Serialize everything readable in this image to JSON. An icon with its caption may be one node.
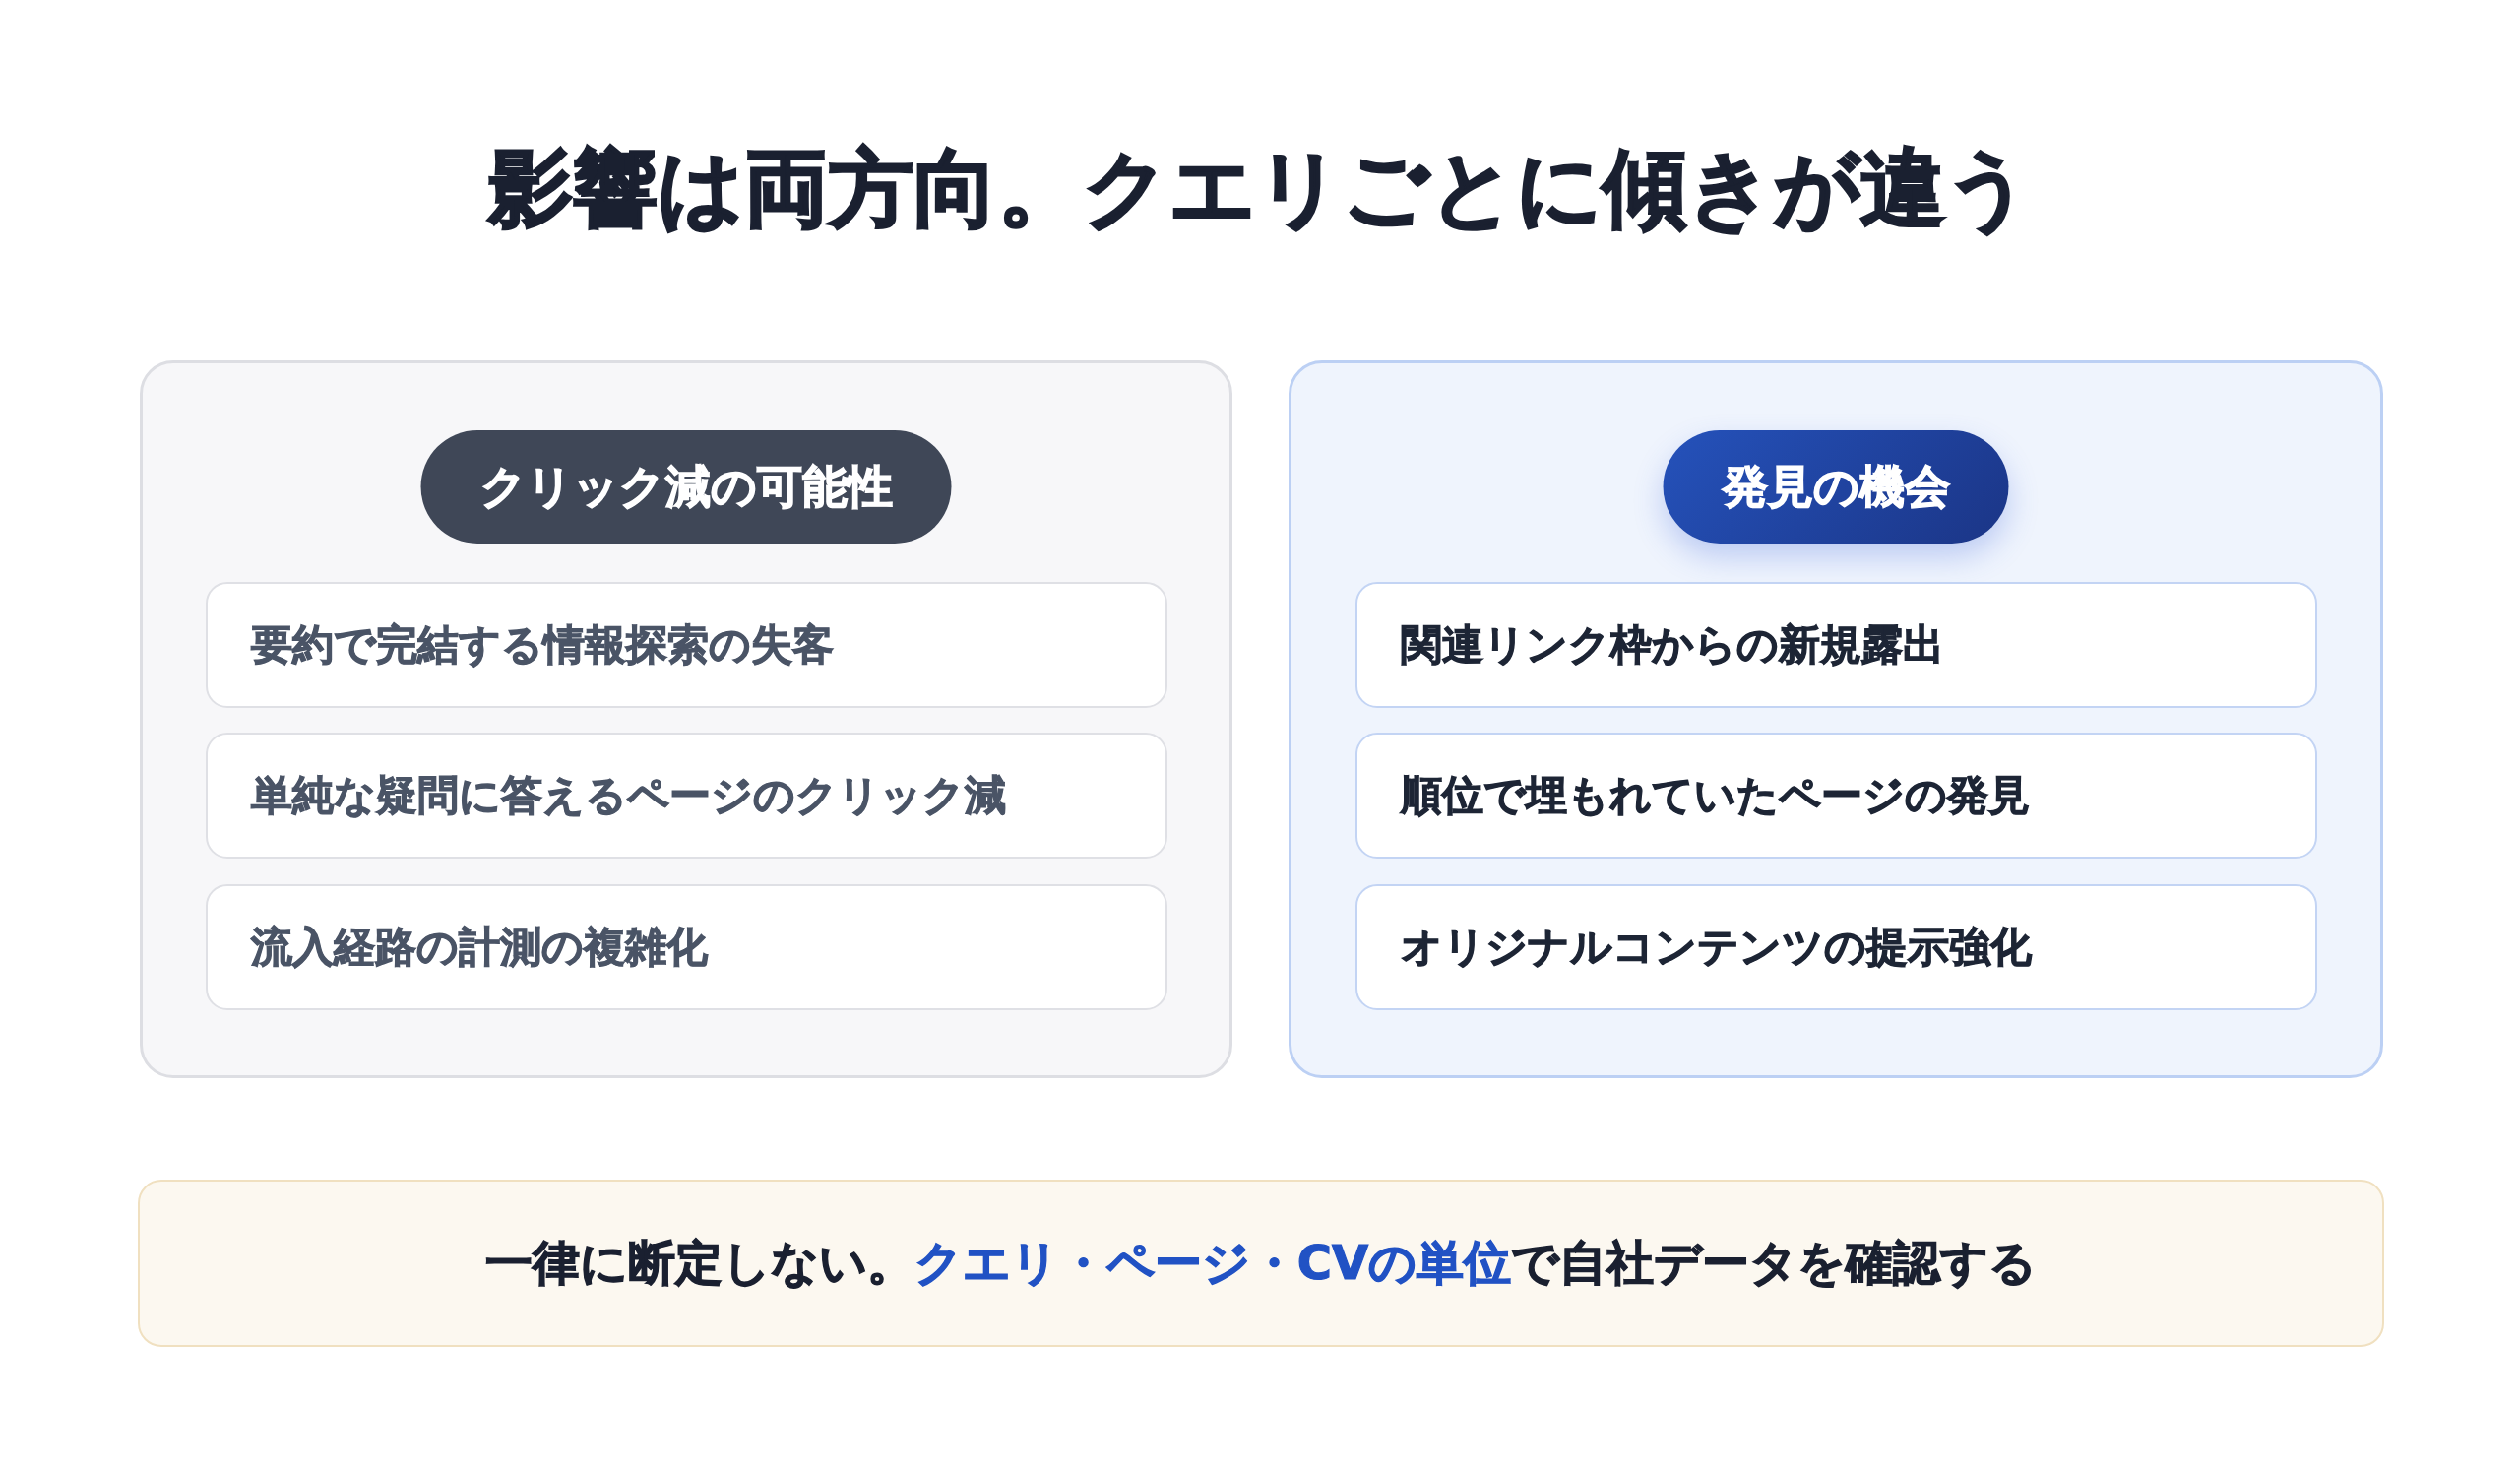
{
  "diagram": {
    "title": "影響は両方向。クエリごとに傾きが違う",
    "nodes": [
      {
        "text": [],
        "shape": "box"
      },
      {
        "text": [
          "クリック減の可能性"
        ],
        "in": 0
      },
      {
        "text": [
          "要約で完結する情報探索の失客"
        ],
        "in": 0
      },
      {
        "text": [
          "単純な疑問に答えるページのクリック減"
        ],
        "in": 0
      },
      {
        "text": [
          "流入経路の計測の複雑化"
        ],
        "in": 0
      },
      {
        "text": [],
        "shape": "box"
      },
      {
        "text": [
          "発見の機会"
        ],
        "in": 5
      },
      {
        "text": [
          "関連リンク枠からの新規露出"
        ],
        "in": 5
      },
      {
        "text": [
          "順位で埋もれていたページの発見"
        ],
        "in": 5
      },
      {
        "text": [
          "オリジナルコンテンツの提示強化"
        ],
        "in": 5
      },
      {
        "text": [
          "一律に断定しない。**クエリ・ページ・CVの単位**で自社データを確認する"
        ]
      }
    ]
  }
}
